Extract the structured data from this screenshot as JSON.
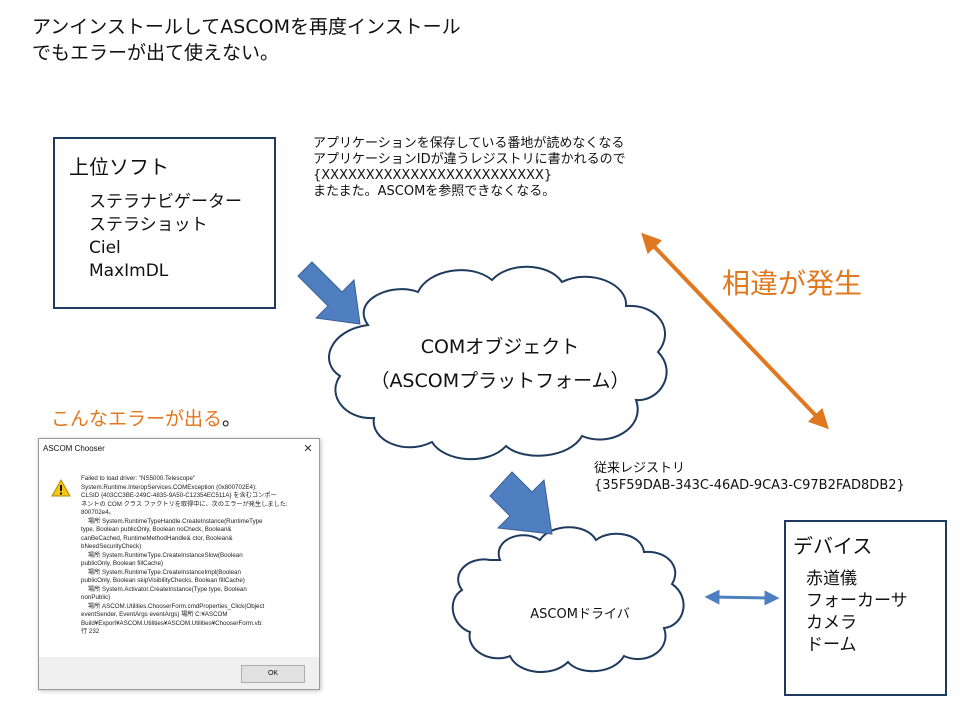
{
  "title": {
    "line1": "アンインストールしてASCOMを再度インストール",
    "line2": "でもエラーが出て使えない。"
  },
  "note": {
    "line1": "アプリケーションを保存している番地が読めなくなる",
    "line2": "アプリケーションIDが違うレジストリに書かれるので",
    "line3": "{XXXXXXXXXXXXXXXXXXXXXXXXX}",
    "line4": "またまた。ASCOMを参照できなくなる。"
  },
  "difference_label": "相違が発生",
  "upper_software": {
    "title": "上位ソフト",
    "items": [
      "ステラナビゲーター",
      "ステラショット",
      "Ciel",
      "MaxImDL"
    ]
  },
  "com_object": {
    "line1": "COMオブジェクト",
    "line2": "（ASCOMプラットフォーム）"
  },
  "error_label": {
    "text": "こんなエラーが出る",
    "dot": "。"
  },
  "old_registry": {
    "label": "従来レジストリ",
    "value": "{35F59DAB-343C-46AD-9CA3-C97B2FAD8DB2}"
  },
  "driver_label": "ASCOMドライバ",
  "device": {
    "title": "デバイス",
    "items": [
      "赤道儀",
      "フォーカーサ",
      "カメラ",
      "ドーム"
    ]
  },
  "dialog": {
    "title": "ASCOM Chooser",
    "close_glyph": "✕",
    "message": "Failed to load driver: \"NS5000.Telescope\"\nSystem.Runtime.InteropServices.COMException (0x800702E4):\nCLSID {403CC3BE-249C-4835-9A50-C12354EC511A} を含むコンポー\nネントの COM クラス ファクトリを取得中に、次のエラーが発生しました:\n800702e4。\n    場所 System.RuntimeTypeHandle.CreateInstance(RuntimeType\ntype, Boolean publicOnly, Boolean noCheck, Boolean&\ncanBeCached, RuntimeMethodHandle& ctor, Boolean&\nbNeedSecurityCheck)\n    場所 System.RuntimeType.CreateInstanceSlow(Boolean\npublicOnly, Boolean fillCache)\n    場所 System.RuntimeType.CreateInstanceImpl(Boolean\npublicOnly, Boolean skipVisibilityChecks, Boolean fillCache)\n    場所 System.Activator.CreateInstance(Type type, Boolean\nnonPublic)\n    場所 ASCOM.Utilities.ChooserForm.cmdProperties_Click(Object\neventSender, EventArgs eventArgs) 場所 C:¥ASCOM\nBuild¥Export¥ASCOM.Utilities¥ASCOM.Utilities¥ChooserForm.vb:\n行 232",
    "ok_label": "OK"
  },
  "colors": {
    "accent_orange": "#e07820",
    "arrow_blue": "#4f7fc0",
    "box_border": "#1f3a5f",
    "cloud_stroke": "#1f3a5f"
  },
  "icons": {
    "warning": "warning-icon",
    "close": "close-icon"
  }
}
